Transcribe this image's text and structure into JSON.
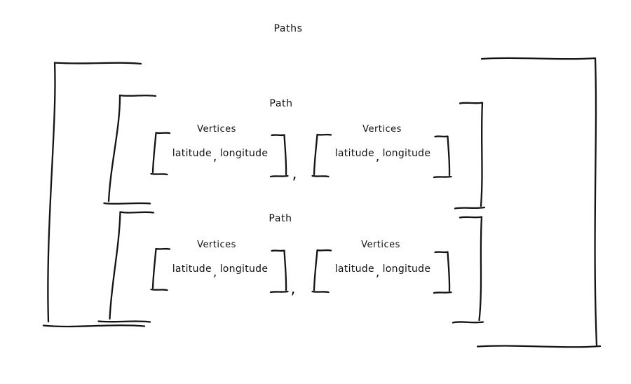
{
  "diagram": {
    "title": "Paths",
    "paths": [
      {
        "label": "Path",
        "separator": ",",
        "vertices": [
          {
            "label": "Vertices",
            "latitude": "latitude",
            "comma": ",",
            "longitude": "longitude"
          },
          {
            "label": "Vertices",
            "latitude": "latitude",
            "comma": ",",
            "longitude": "longitude"
          }
        ]
      },
      {
        "label": "Path",
        "separator": ",",
        "vertices": [
          {
            "label": "Vertices",
            "latitude": "latitude",
            "comma": ",",
            "longitude": "longitude"
          },
          {
            "label": "Vertices",
            "latitude": "latitude",
            "comma": ",",
            "longitude": "longitude"
          }
        ]
      }
    ]
  }
}
